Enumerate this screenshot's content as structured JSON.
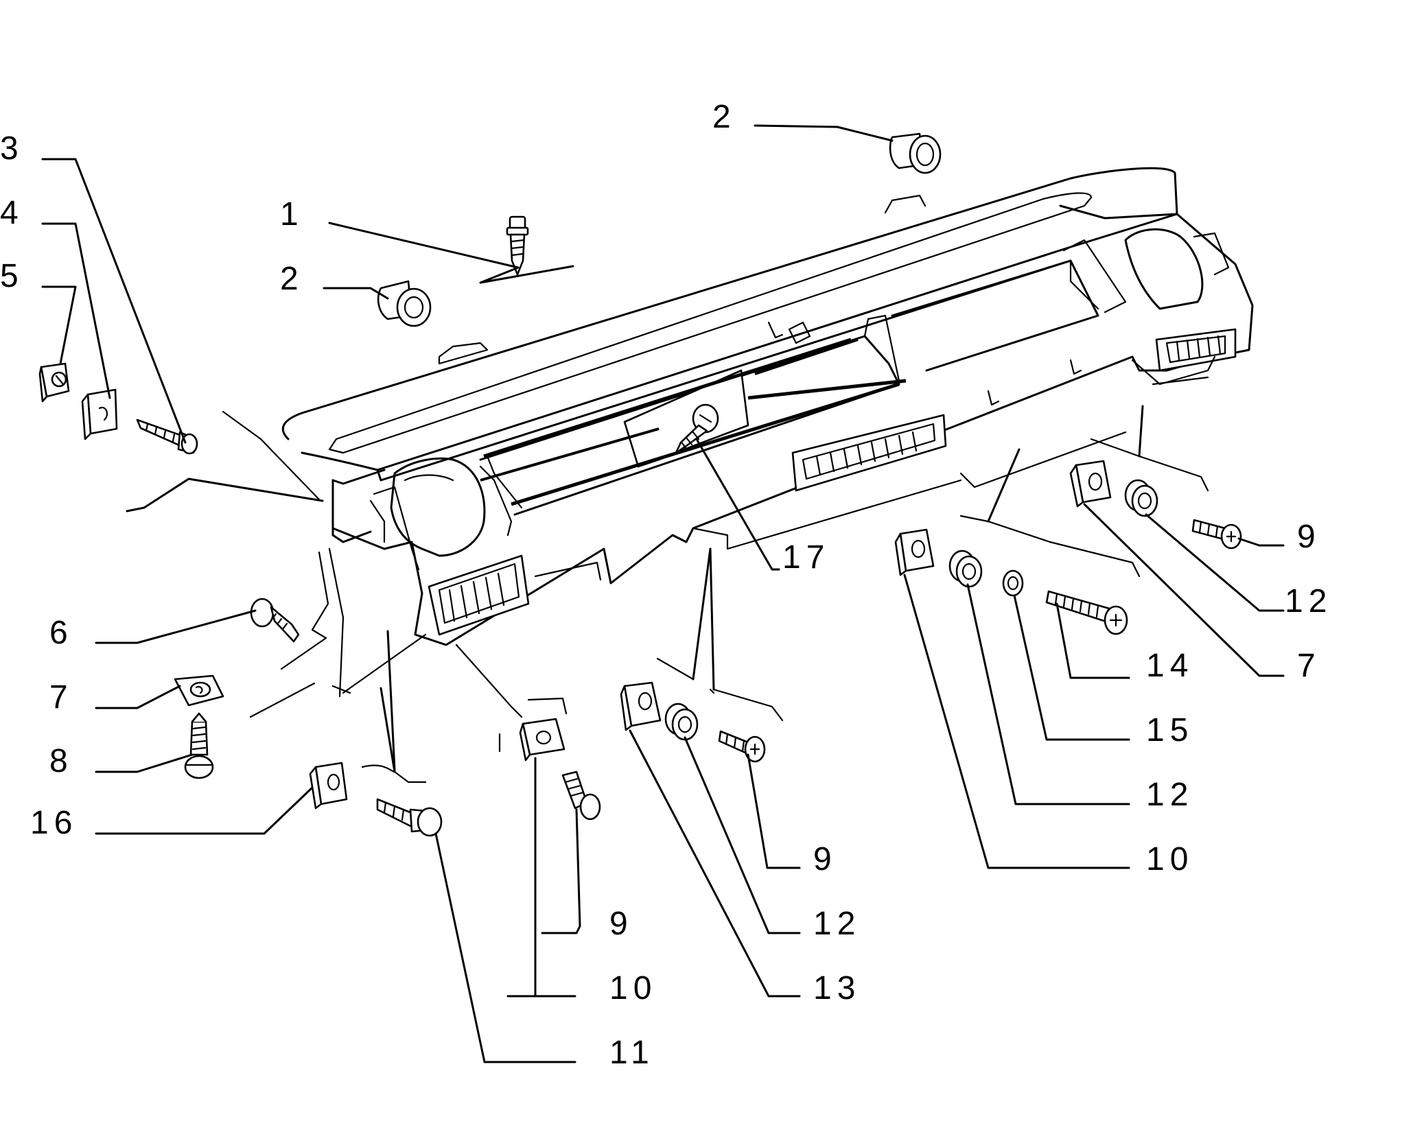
{
  "diagram": {
    "callouts": [
      {
        "id": "c1",
        "label": "1"
      },
      {
        "id": "c2a",
        "label": "2"
      },
      {
        "id": "c2b",
        "label": "2"
      },
      {
        "id": "c3",
        "label": "3"
      },
      {
        "id": "c4",
        "label": "4"
      },
      {
        "id": "c5",
        "label": "5"
      },
      {
        "id": "c6",
        "label": "6"
      },
      {
        "id": "c7a",
        "label": "7"
      },
      {
        "id": "c8",
        "label": "8"
      },
      {
        "id": "c16",
        "label": "16"
      },
      {
        "id": "c17",
        "label": "17"
      },
      {
        "id": "c9a",
        "label": "9"
      },
      {
        "id": "c10a",
        "label": "10"
      },
      {
        "id": "c11",
        "label": "11"
      },
      {
        "id": "c9b",
        "label": "9"
      },
      {
        "id": "c12a",
        "label": "12"
      },
      {
        "id": "c13",
        "label": "13"
      },
      {
        "id": "c14",
        "label": "14"
      },
      {
        "id": "c15",
        "label": "15"
      },
      {
        "id": "c12b",
        "label": "12"
      },
      {
        "id": "c10b",
        "label": "10"
      },
      {
        "id": "c9c",
        "label": "9"
      },
      {
        "id": "c12c",
        "label": "12"
      },
      {
        "id": "c7b",
        "label": "7"
      }
    ]
  }
}
